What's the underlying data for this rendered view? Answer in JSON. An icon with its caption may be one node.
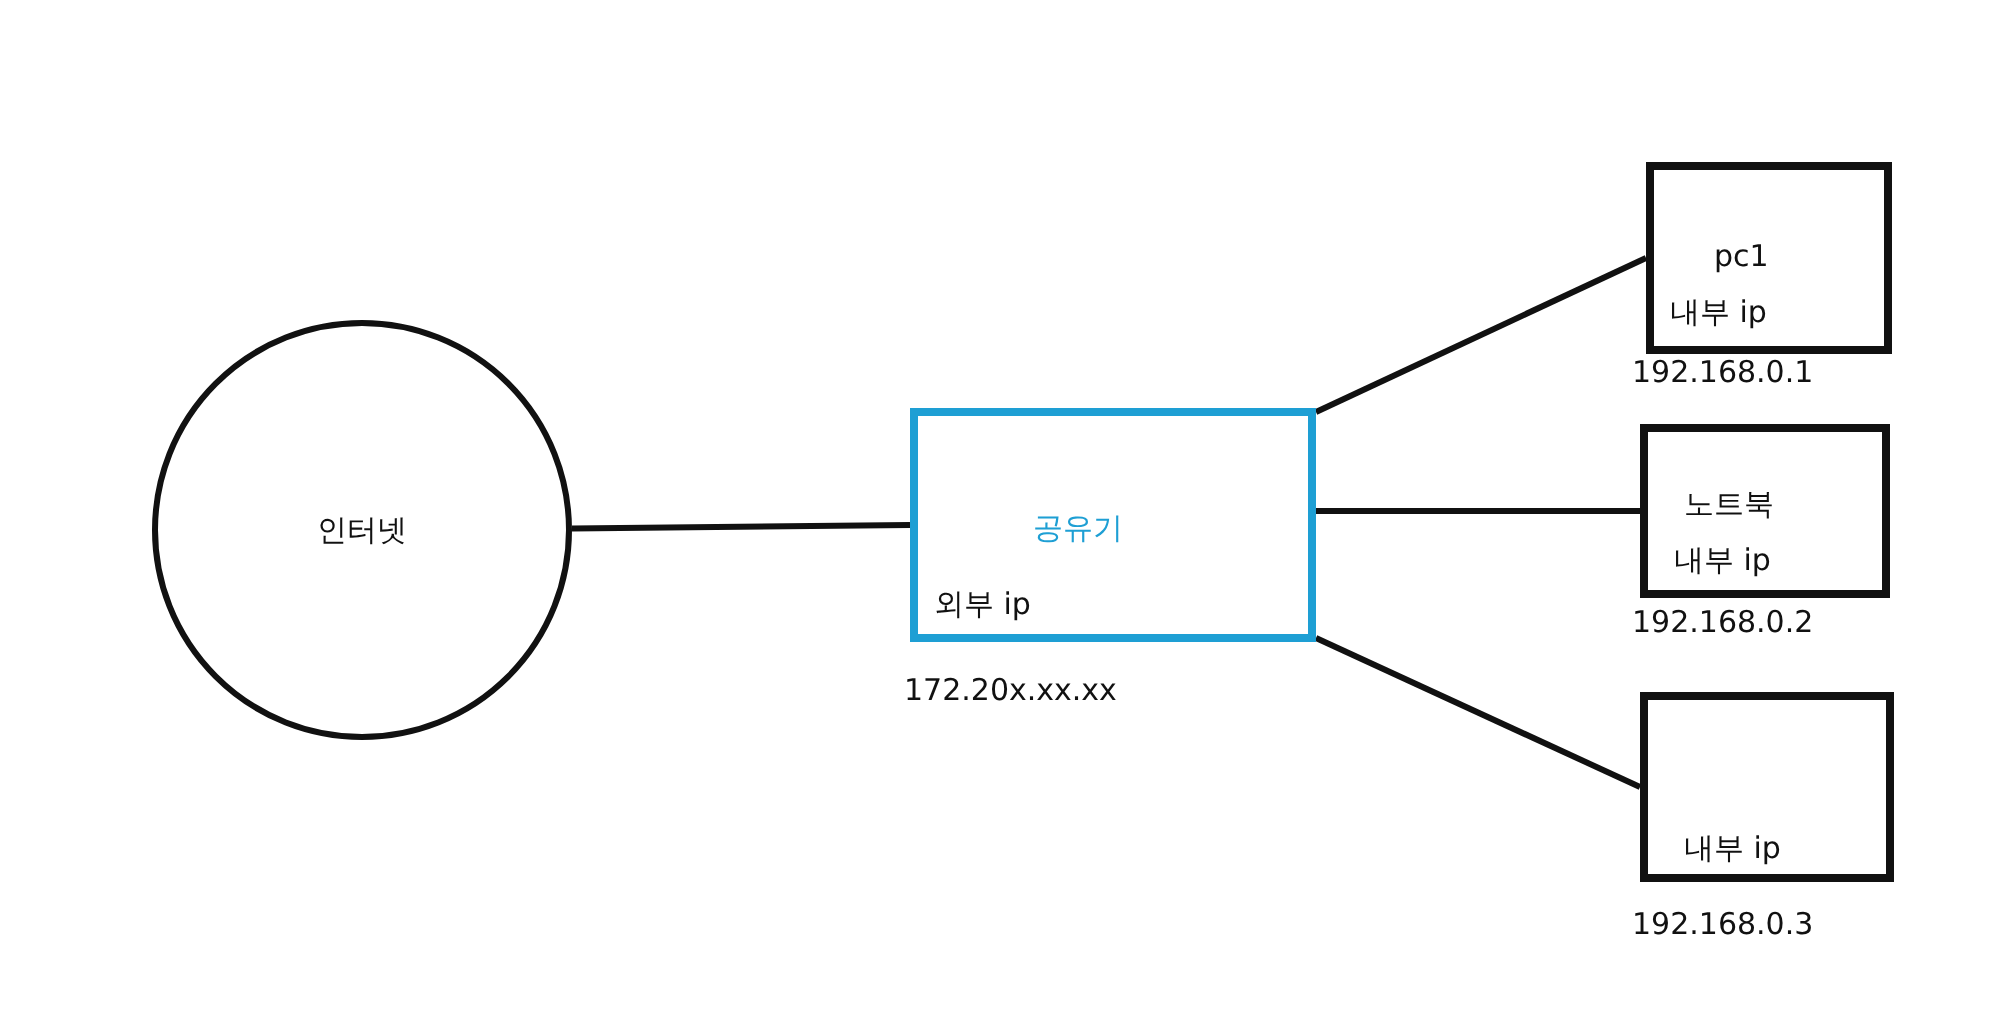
{
  "diagram": {
    "nodes": [
      {
        "text": [
          "인터넷"
        ]
      },
      {
        "text": [
          "공유기",
          "외부 ip"
        ],
        "beside": [
          "172.20x.xx.xx"
        ]
      },
      {
        "text": [
          "pc1",
          "내부 ip"
        ],
        "beside": [
          "192.168.0.1"
        ]
      },
      {
        "text": [
          "노트북",
          "내부 ip"
        ],
        "beside": [
          "192.168.0.2"
        ]
      },
      {
        "text": [
          "내부 ip"
        ],
        "beside": [
          "192.168.0.3"
        ]
      }
    ],
    "edges": [
      {
        "from": 0,
        "to": 1,
        "arrow": "none"
      },
      {
        "from": 1,
        "to": 2,
        "arrow": "none"
      },
      {
        "from": 1,
        "to": 3,
        "arrow": "none"
      },
      {
        "from": 1,
        "to": 4,
        "arrow": "none"
      }
    ]
  }
}
